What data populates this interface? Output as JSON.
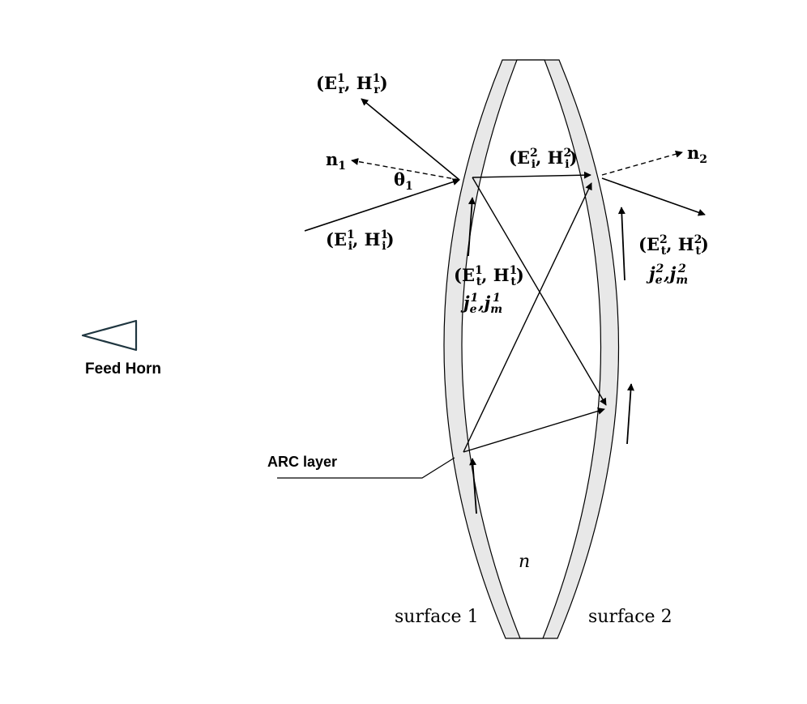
{
  "labels": {
    "feed_horn": "Feed Horn",
    "arc_layer": "ARC layer",
    "surface1": "surface 1",
    "surface2": "surface 2",
    "medium_index": "n",
    "normal1": {
      "base": "n",
      "sub": "1"
    },
    "normal2": {
      "base": "n",
      "sub": "2"
    },
    "angle1": {
      "base": "θ",
      "sub": "1"
    },
    "reflected_field": {
      "open": "(",
      "E": "E",
      "e_sup": "1",
      "e_sub": "r",
      "sep": ", ",
      "H": "H",
      "h_sup": "1",
      "h_sub": "r",
      "close": ")"
    },
    "incident_field_1": {
      "open": "(",
      "E": "E",
      "e_sup": "1",
      "e_sub": "i",
      "sep": ", ",
      "H": "H",
      "h_sup": "1",
      "h_sub": "i",
      "close": ")"
    },
    "transmitted_field_1": {
      "open": "(",
      "E": "E",
      "e_sup": "1",
      "e_sub": "t",
      "sep": ", ",
      "H": "H",
      "h_sup": "1",
      "h_sub": "t",
      "close": ")"
    },
    "currents_1": {
      "j": "j",
      "je_sub": "e",
      "je_sup": "1",
      "sep": ",",
      "jm_sub": "m",
      "jm_sup": "1"
    },
    "incident_field_2": {
      "open": "(",
      "E": "E",
      "e_sup": "2",
      "e_sub": "i",
      "sep": ", ",
      "H": "H",
      "h_sup": "2",
      "h_sub": "i",
      "close": ")"
    },
    "transmitted_field_2": {
      "open": "(",
      "E": "E",
      "e_sup": "2",
      "e_sub": "t",
      "sep": ", ",
      "H": "H",
      "h_sup": "2",
      "h_sub": "t",
      "close": ")"
    },
    "currents_2": {
      "j": "j",
      "je_sub": "e",
      "je_sup": "2",
      "sep": ",",
      "jm_sub": "m",
      "jm_sup": "2"
    }
  },
  "colors": {
    "line": "#000000",
    "arc_fill": "#e8e8e8",
    "horn": "#1f3640"
  }
}
